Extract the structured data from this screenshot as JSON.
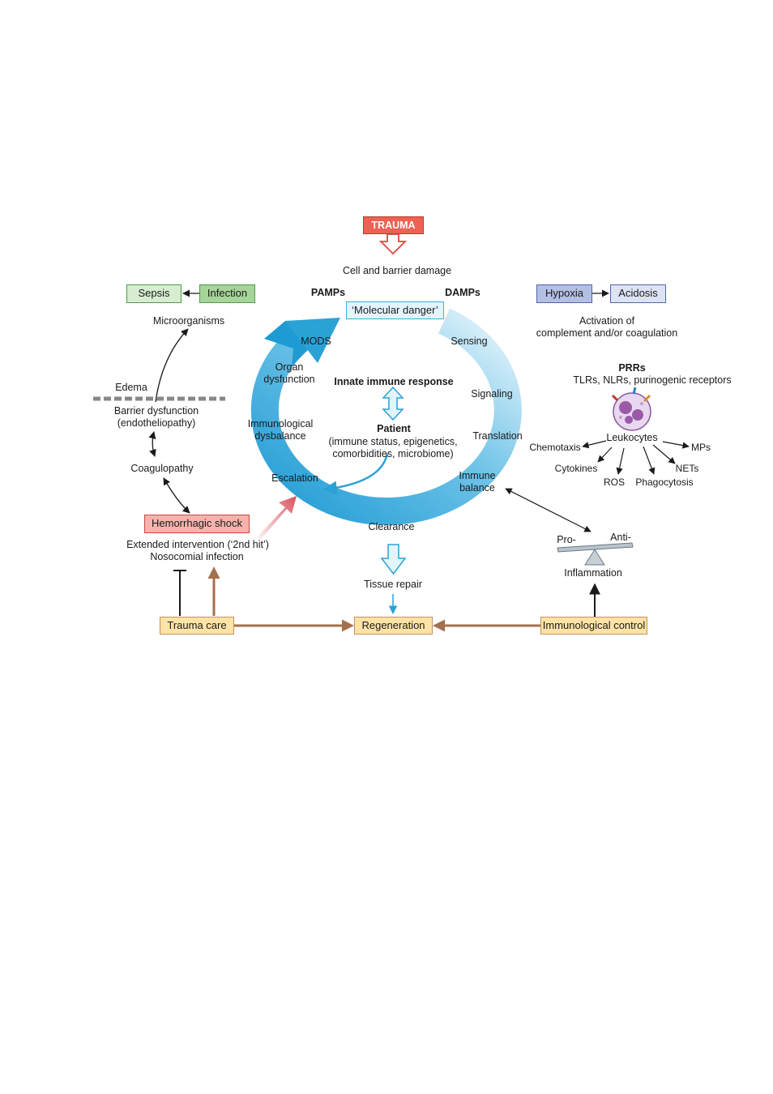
{
  "trauma": "TRAUMA",
  "cell_barrier": "Cell and barrier damage",
  "pamps": "PAMPs",
  "damps": "DAMPs",
  "molecular_danger": "‘Molecular danger’",
  "left": {
    "sepsis": "Sepsis",
    "infection": "Infection",
    "microorganisms": "Microorganisms",
    "edema": "Edema",
    "barrier_line1": "Barrier dysfunction",
    "barrier_line2": "(endotheliopathy)",
    "coagulopathy": "Coagulopathy",
    "hemorrhagic_shock": "Hemorrhagic shock",
    "extended_line1": "Extended intervention (‘2nd hit’)",
    "extended_line2": "Nosocomial infection"
  },
  "right": {
    "hypoxia": "Hypoxia",
    "acidosis": "Acidosis",
    "activation_line1": "Activation of",
    "activation_line2": "complement and/or coagulation",
    "prrs": "PRRs",
    "receptors": "TLRs, NLRs, purinogenic receptors",
    "leukocytes": "Leukocytes",
    "chemotaxis": "Chemotaxis",
    "mps": "MPs",
    "cytokines": "Cytokines",
    "ros": "ROS",
    "phagocytosis": "Phagocytosis",
    "nets": "NETs",
    "pro": "Pro-",
    "anti": "Anti-",
    "inflammation": "Inflammation"
  },
  "cycle": {
    "mods": "MODS",
    "sensing": "Sensing",
    "organ_line1": "Organ",
    "organ_line2": "dysfunction",
    "signaling": "Signaling",
    "immuno_line1": "Immunological",
    "immuno_line2": "dysbalance",
    "translation": "Translation",
    "escalation": "Escalation",
    "immune_balance_line1": "Immune",
    "immune_balance_line2": "balance",
    "clearance": "Clearance",
    "innate": "Innate immune response",
    "patient": "Patient",
    "patient_line1": "(immune status, epigenetics,",
    "patient_line2": "comorbidities, microbiome)"
  },
  "bottom": {
    "tissue_repair": "Tissue repair",
    "trauma_care": "Trauma care",
    "regeneration": "Regeneration",
    "immunological_control": "Immunological control"
  },
  "colors": {
    "trauma_red": "#ee6154",
    "cycle_blue": "#2aa2d6",
    "green": "#a6d49a",
    "blue_box": "#b3bfe3",
    "orange_box": "#fde3a7",
    "brown_arrow": "#a4704d"
  }
}
